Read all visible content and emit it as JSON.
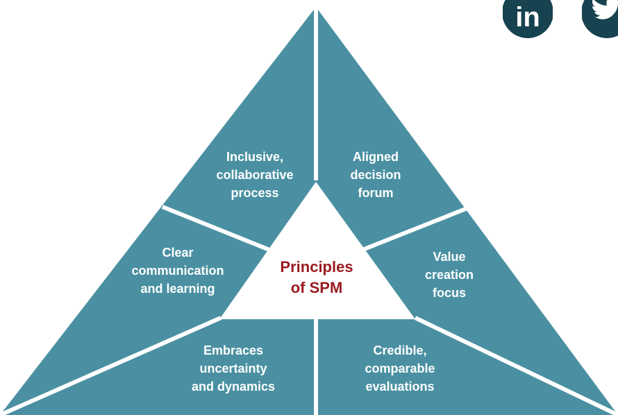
{
  "colors": {
    "segment": "#4a90a2",
    "separator": "#ffffff",
    "center_bg": "#ffffff",
    "center_text": "#9a1b22",
    "social_bg": "#17424f"
  },
  "center": {
    "line1": "Principles",
    "line2": "of SPM"
  },
  "segments": {
    "top_left": {
      "line1": "Inclusive,",
      "line2": "collaborative",
      "line3": "process"
    },
    "top_right": {
      "line1": "Aligned",
      "line2": "decision",
      "line3": "forum"
    },
    "mid_left": {
      "line1": "Clear",
      "line2": "communication",
      "line3": "and learning"
    },
    "mid_right": {
      "line1": "Value",
      "line2": "creation",
      "line3": "focus"
    },
    "bottom_left": {
      "line1": "Embraces",
      "line2": "uncertainty",
      "line3": "and dynamics"
    },
    "bottom_right": {
      "line1": "Credible,",
      "line2": "comparable",
      "line3": "evaluations"
    }
  },
  "social": {
    "linkedin": {
      "icon": "linkedin-icon",
      "text": "in"
    },
    "twitter": {
      "icon": "twitter-icon"
    }
  }
}
